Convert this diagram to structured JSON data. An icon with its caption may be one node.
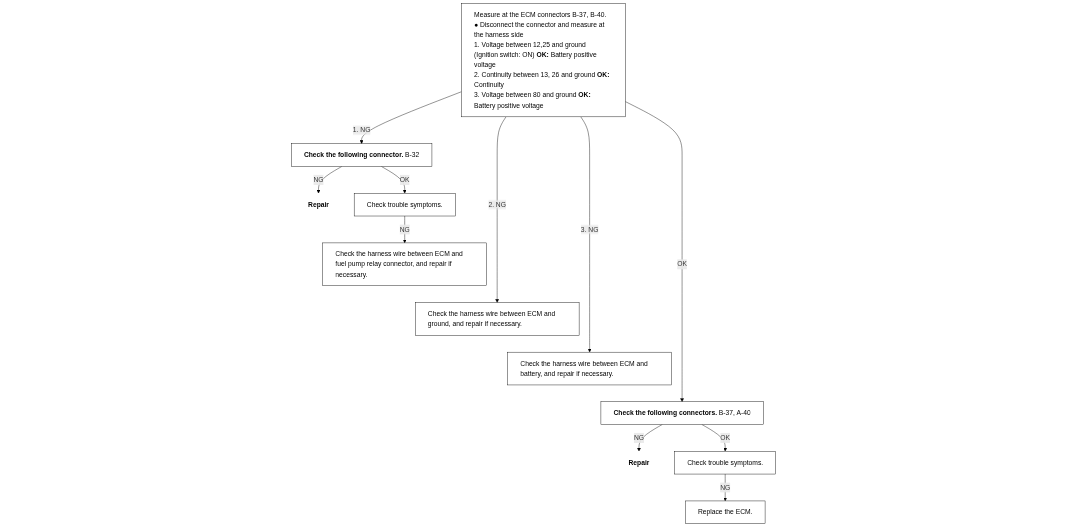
{
  "diagram": {
    "nodes": [
      {
        "text": [
          "Measure at the ECM connectors B-37, B-40.",
          "● Disconnect the connector and measure at the harness side",
          "1. Voltage between 12,25 and ground (Ignition switch: ON) **OK:** Battery positive voltage",
          "2. Continuity between 13, 26 and ground **OK:** Continuity",
          "3. Voltage between 80 and ground **OK:** Battery positive voltage"
        ]
      },
      {
        "text": [
          "**Check the following connector.** B-32"
        ]
      },
      {
        "text": [
          "Repair"
        ]
      },
      {
        "text": [
          "Check trouble symptoms."
        ]
      },
      {
        "text": [
          "Check the harness wire between ECM and fuel pump relay connector, and repair if necessary."
        ]
      },
      {
        "text": [
          "Check the harness wire between ECM and ground, and repair if necessary."
        ]
      },
      {
        "text": [
          "Check the harness wire between ECM and battery, and repair if necessary."
        ]
      },
      {
        "text": [
          "**Check the following connectors.** B-37, A-40"
        ]
      },
      {
        "text": [
          "Repair"
        ]
      },
      {
        "text": [
          "Check trouble symptoms."
        ]
      },
      {
        "text": [
          "Replace the ECM."
        ]
      }
    ],
    "edges": [
      {
        "from": 0,
        "to": 1,
        "arrow": "to",
        "label": "1. NG"
      },
      {
        "from": 1,
        "to": 2,
        "arrow": "to",
        "label": "NG"
      },
      {
        "from": 1,
        "to": 3,
        "arrow": "to",
        "label": "OK"
      },
      {
        "from": 3,
        "to": 4,
        "arrow": "to",
        "label": "NG"
      },
      {
        "from": 0,
        "to": 5,
        "arrow": "to",
        "label": "2. NG"
      },
      {
        "from": 0,
        "to": 6,
        "arrow": "to",
        "label": "3. NG"
      },
      {
        "from": 0,
        "to": 7,
        "arrow": "to",
        "label": "OK"
      },
      {
        "from": 7,
        "to": 8,
        "arrow": "to",
        "label": "NG"
      },
      {
        "from": 7,
        "to": 9,
        "arrow": "to",
        "label": "OK"
      },
      {
        "from": 9,
        "to": 10,
        "arrow": "to",
        "label": "NG"
      }
    ]
  }
}
